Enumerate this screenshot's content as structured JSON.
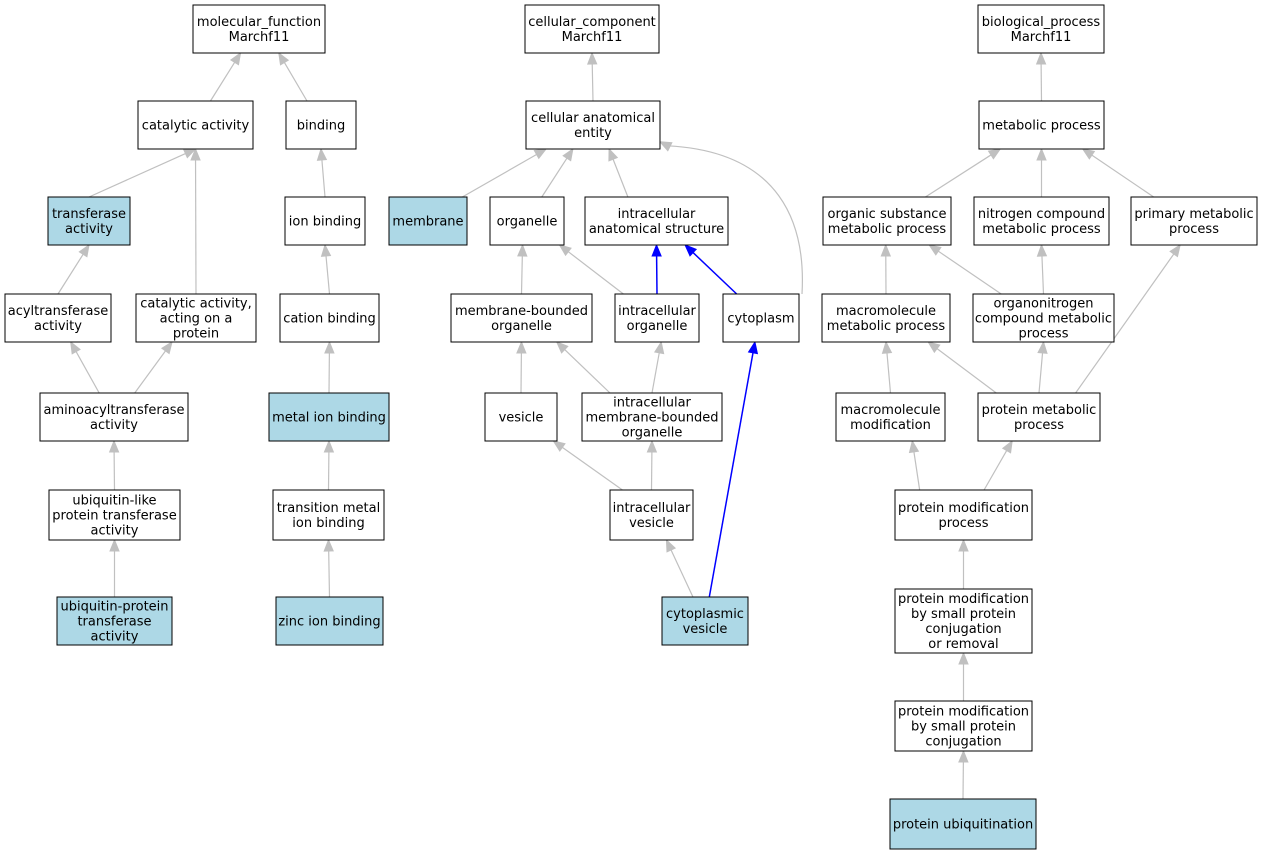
{
  "colors": {
    "highlight_fill": "#add8e6",
    "plain_fill": "#ffffff",
    "edge_gray": "#c0c0c0",
    "edge_blue": "#0000ff"
  },
  "nodes": [
    {
      "id": "mf",
      "lines": [
        "molecular_function",
        "Marchf11"
      ],
      "highlight": false
    },
    {
      "id": "cc",
      "lines": [
        "cellular_component",
        "Marchf11"
      ],
      "highlight": false
    },
    {
      "id": "bp",
      "lines": [
        "biological_process",
        "Marchf11"
      ],
      "highlight": false
    },
    {
      "id": "catalytic",
      "lines": [
        "catalytic activity"
      ],
      "highlight": false
    },
    {
      "id": "binding",
      "lines": [
        "binding"
      ],
      "highlight": false
    },
    {
      "id": "transferase",
      "lines": [
        "transferase",
        "activity"
      ],
      "highlight": true
    },
    {
      "id": "ionbinding",
      "lines": [
        "ion binding"
      ],
      "highlight": false
    },
    {
      "id": "acyltransferase",
      "lines": [
        "acyltransferase",
        "activity"
      ],
      "highlight": false
    },
    {
      "id": "catprotein",
      "lines": [
        "catalytic activity,",
        "acting on a",
        "protein"
      ],
      "highlight": false
    },
    {
      "id": "cationbinding",
      "lines": [
        "cation binding"
      ],
      "highlight": false
    },
    {
      "id": "aminoacyl",
      "lines": [
        "aminoacyltransferase",
        "activity"
      ],
      "highlight": false
    },
    {
      "id": "metalion",
      "lines": [
        "metal ion binding"
      ],
      "highlight": true
    },
    {
      "id": "ubl",
      "lines": [
        "ubiquitin-like",
        "protein transferase",
        "activity"
      ],
      "highlight": false
    },
    {
      "id": "transmetal",
      "lines": [
        "transition metal",
        "ion binding"
      ],
      "highlight": false
    },
    {
      "id": "ubprot",
      "lines": [
        "ubiquitin-protein",
        "transferase",
        "activity"
      ],
      "highlight": true
    },
    {
      "id": "zinc",
      "lines": [
        "zinc ion binding"
      ],
      "highlight": true
    },
    {
      "id": "cae",
      "lines": [
        "cellular anatomical",
        "entity"
      ],
      "highlight": false
    },
    {
      "id": "membrane",
      "lines": [
        "membrane"
      ],
      "highlight": true
    },
    {
      "id": "organelle",
      "lines": [
        "organelle"
      ],
      "highlight": false
    },
    {
      "id": "ias",
      "lines": [
        "intracellular",
        "anatomical structure"
      ],
      "highlight": false
    },
    {
      "id": "mbo",
      "lines": [
        "membrane-bounded",
        "organelle"
      ],
      "highlight": false
    },
    {
      "id": "io",
      "lines": [
        "intracellular",
        "organelle"
      ],
      "highlight": false
    },
    {
      "id": "cytoplasm",
      "lines": [
        "cytoplasm"
      ],
      "highlight": false
    },
    {
      "id": "vesicle",
      "lines": [
        "vesicle"
      ],
      "highlight": false
    },
    {
      "id": "imbo",
      "lines": [
        "intracellular",
        "membrane-bounded",
        "organelle"
      ],
      "highlight": false
    },
    {
      "id": "iv",
      "lines": [
        "intracellular",
        "vesicle"
      ],
      "highlight": false
    },
    {
      "id": "cv",
      "lines": [
        "cytoplasmic",
        "vesicle"
      ],
      "highlight": true
    },
    {
      "id": "metabolic",
      "lines": [
        "metabolic process"
      ],
      "highlight": false
    },
    {
      "id": "osmp",
      "lines": [
        "organic substance",
        "metabolic process"
      ],
      "highlight": false
    },
    {
      "id": "ncmp",
      "lines": [
        "nitrogen compound",
        "metabolic process"
      ],
      "highlight": false
    },
    {
      "id": "pmp",
      "lines": [
        "primary metabolic",
        "process"
      ],
      "highlight": false
    },
    {
      "id": "mmp",
      "lines": [
        "macromolecule",
        "metabolic process"
      ],
      "highlight": false
    },
    {
      "id": "oncmp",
      "lines": [
        "organonitrogen",
        "compound metabolic",
        "process"
      ],
      "highlight": false
    },
    {
      "id": "mm",
      "lines": [
        "macromolecule",
        "modification"
      ],
      "highlight": false
    },
    {
      "id": "protmet",
      "lines": [
        "protein metabolic",
        "process"
      ],
      "highlight": false
    },
    {
      "id": "pmodproc",
      "lines": [
        "protein modification",
        "process"
      ],
      "highlight": false
    },
    {
      "id": "pmscr",
      "lines": [
        "protein modification",
        "by small protein",
        "conjugation",
        "or removal"
      ],
      "highlight": false
    },
    {
      "id": "pmsc",
      "lines": [
        "protein modification",
        "by small protein",
        "conjugation"
      ],
      "highlight": false
    },
    {
      "id": "pu",
      "lines": [
        "protein ubiquitination"
      ],
      "highlight": true
    }
  ],
  "edges": [
    {
      "from": "catalytic",
      "to": "mf",
      "color": "gray"
    },
    {
      "from": "binding",
      "to": "mf",
      "color": "gray"
    },
    {
      "from": "transferase",
      "to": "catalytic",
      "color": "gray"
    },
    {
      "from": "catprotein",
      "to": "catalytic",
      "color": "gray"
    },
    {
      "from": "ionbinding",
      "to": "binding",
      "color": "gray"
    },
    {
      "from": "acyltransferase",
      "to": "transferase",
      "color": "gray"
    },
    {
      "from": "cationbinding",
      "to": "ionbinding",
      "color": "gray"
    },
    {
      "from": "aminoacyl",
      "to": "acyltransferase",
      "color": "gray"
    },
    {
      "from": "aminoacyl",
      "to": "catprotein",
      "color": "gray"
    },
    {
      "from": "metalion",
      "to": "cationbinding",
      "color": "gray"
    },
    {
      "from": "ubl",
      "to": "aminoacyl",
      "color": "gray"
    },
    {
      "from": "transmetal",
      "to": "metalion",
      "color": "gray"
    },
    {
      "from": "ubprot",
      "to": "ubl",
      "color": "gray"
    },
    {
      "from": "zinc",
      "to": "transmetal",
      "color": "gray"
    },
    {
      "from": "cae",
      "to": "cc",
      "color": "gray"
    },
    {
      "from": "membrane",
      "to": "cae",
      "color": "gray"
    },
    {
      "from": "organelle",
      "to": "cae",
      "color": "gray"
    },
    {
      "from": "ias",
      "to": "cae",
      "color": "gray"
    },
    {
      "from": "cytoplasm",
      "to": "cae",
      "color": "gray"
    },
    {
      "from": "mbo",
      "to": "organelle",
      "color": "gray"
    },
    {
      "from": "io",
      "to": "organelle",
      "color": "gray"
    },
    {
      "from": "io",
      "to": "ias",
      "color": "blue"
    },
    {
      "from": "cytoplasm",
      "to": "ias",
      "color": "blue"
    },
    {
      "from": "vesicle",
      "to": "mbo",
      "color": "gray"
    },
    {
      "from": "imbo",
      "to": "mbo",
      "color": "gray"
    },
    {
      "from": "imbo",
      "to": "io",
      "color": "gray"
    },
    {
      "from": "iv",
      "to": "vesicle",
      "color": "gray"
    },
    {
      "from": "iv",
      "to": "imbo",
      "color": "gray"
    },
    {
      "from": "cv",
      "to": "iv",
      "color": "gray"
    },
    {
      "from": "cv",
      "to": "cytoplasm",
      "color": "blue"
    },
    {
      "from": "metabolic",
      "to": "bp",
      "color": "gray"
    },
    {
      "from": "osmp",
      "to": "metabolic",
      "color": "gray"
    },
    {
      "from": "ncmp",
      "to": "metabolic",
      "color": "gray"
    },
    {
      "from": "pmp",
      "to": "metabolic",
      "color": "gray"
    },
    {
      "from": "mmp",
      "to": "osmp",
      "color": "gray"
    },
    {
      "from": "oncmp",
      "to": "osmp",
      "color": "gray"
    },
    {
      "from": "oncmp",
      "to": "ncmp",
      "color": "gray"
    },
    {
      "from": "mm",
      "to": "mmp",
      "color": "gray"
    },
    {
      "from": "protmet",
      "to": "mmp",
      "color": "gray"
    },
    {
      "from": "protmet",
      "to": "oncmp",
      "color": "gray"
    },
    {
      "from": "protmet",
      "to": "pmp",
      "color": "gray"
    },
    {
      "from": "pmodproc",
      "to": "mm",
      "color": "gray"
    },
    {
      "from": "pmodproc",
      "to": "protmet",
      "color": "gray"
    },
    {
      "from": "pmscr",
      "to": "pmodproc",
      "color": "gray"
    },
    {
      "from": "pmsc",
      "to": "pmscr",
      "color": "gray"
    },
    {
      "from": "pu",
      "to": "pmsc",
      "color": "gray"
    }
  ]
}
